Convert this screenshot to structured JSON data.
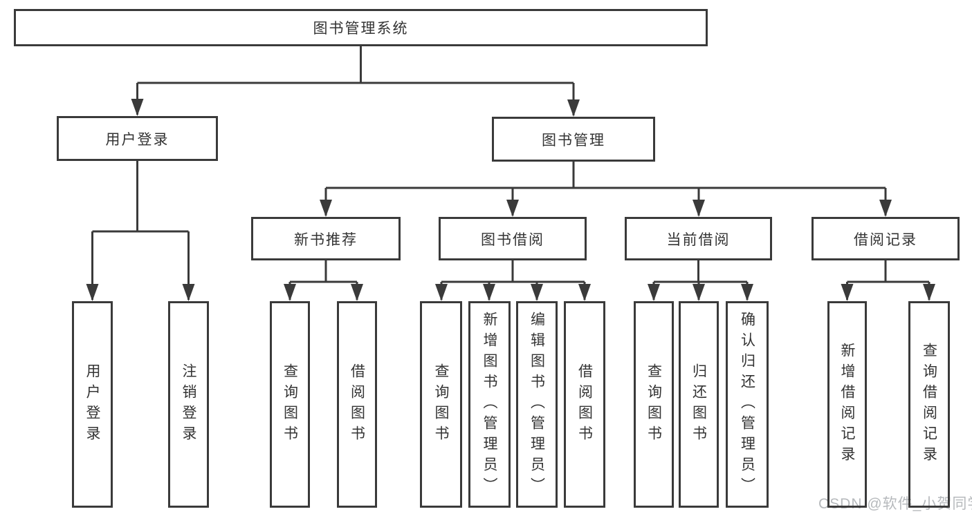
{
  "tree": {
    "root": {
      "label": "图书管理系统"
    },
    "branches": [
      {
        "label": "用户登录",
        "children": [
          {
            "label": "用户登录"
          },
          {
            "label": "注销登录"
          }
        ]
      },
      {
        "label": "图书管理",
        "children": [
          {
            "label": "新书推荐",
            "children": [
              {
                "label": "查询图书"
              },
              {
                "label": "借阅图书"
              }
            ]
          },
          {
            "label": "图书借阅",
            "children": [
              {
                "label": "查询图书"
              },
              {
                "label": "新增图书（管理员）"
              },
              {
                "label": "编辑图书（管理员）"
              },
              {
                "label": "借阅图书"
              }
            ]
          },
          {
            "label": "当前借阅",
            "children": [
              {
                "label": "查询图书"
              },
              {
                "label": "归还图书"
              },
              {
                "label": "确认归还（管理员）"
              }
            ]
          },
          {
            "label": "借阅记录",
            "children": [
              {
                "label": "新增借阅记录"
              },
              {
                "label": "查询借阅记录"
              }
            ]
          }
        ]
      }
    ]
  },
  "watermark": {
    "text": "CSDN @软件_小贺同学"
  },
  "colors": {
    "line": "#3a3a3a",
    "text": "#333333",
    "watermark": "#b6b9bc",
    "background": "#ffffff"
  }
}
